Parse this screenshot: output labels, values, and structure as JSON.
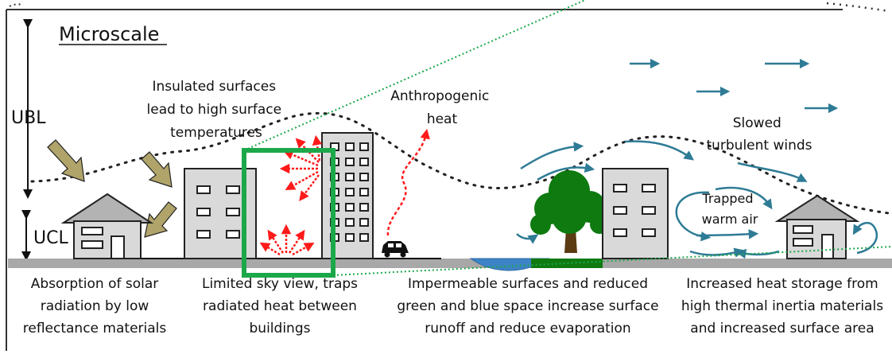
{
  "diagram": {
    "title": "Microscale",
    "labels": {
      "ubl": "UBL",
      "ucl": "UCL",
      "insulated": [
        "Insulated surfaces",
        "lead to high surface",
        "temperatures"
      ],
      "anthropogenic": [
        "Anthropogenic",
        "heat"
      ],
      "slowed": [
        "Slowed",
        "turbulent winds"
      ],
      "trapped": [
        "Trapped",
        "warm air"
      ]
    },
    "captions": {
      "absorption": [
        "Absorption of solar",
        "radiation by low",
        "reflectance materials"
      ],
      "sky_view": [
        "Limited sky view, traps",
        "radiated heat between",
        "buildings"
      ],
      "impermeable": [
        "Impermeable surfaces and reduced",
        "green and blue space increase surface",
        "runoff and reduce evaporation"
      ],
      "storage": [
        "Increased heat storage from",
        "high thermal inertia materials",
        "and increased surface area"
      ]
    },
    "colors": {
      "building": "#d9d9d9",
      "ground": "#a8a8a8",
      "solar_arrow": "#b0a46a",
      "heat": "#ff1a1a",
      "wind": "#2e7b95",
      "tree": "#0e7a10",
      "water": "#3d84c6",
      "highlight": "#1ca84a"
    }
  }
}
